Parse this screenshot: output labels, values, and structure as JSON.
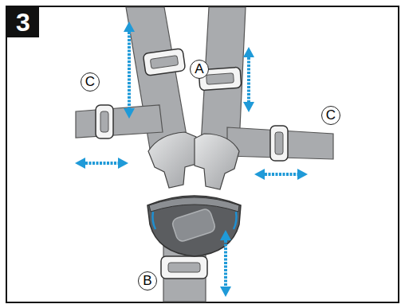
{
  "diagram": {
    "labels": [
      "3",
      "A",
      "C",
      "C",
      "B"
    ]
  }
}
